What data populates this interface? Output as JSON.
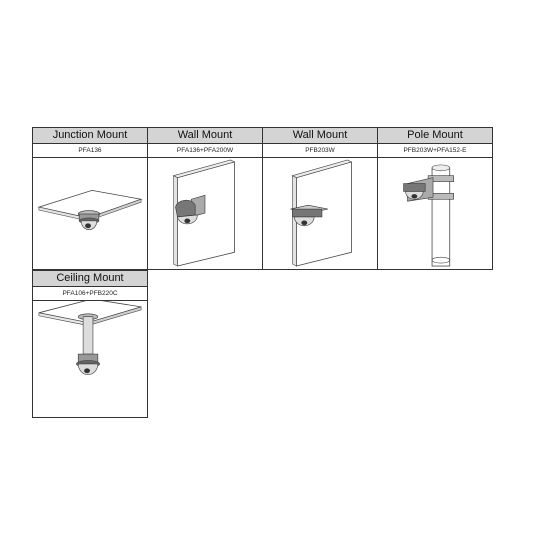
{
  "mounts": [
    {
      "title": "Junction Mount",
      "code": "PFA136"
    },
    {
      "title": "Wall Mount",
      "code": "PFA136+PFA200W"
    },
    {
      "title": "Wall Mount",
      "code": "PFB203W"
    },
    {
      "title": "Pole Mount",
      "code": "PFB203W+PFA152-E"
    },
    {
      "title": "Ceiling Mount",
      "code": "PFA106+PFB220C"
    }
  ]
}
